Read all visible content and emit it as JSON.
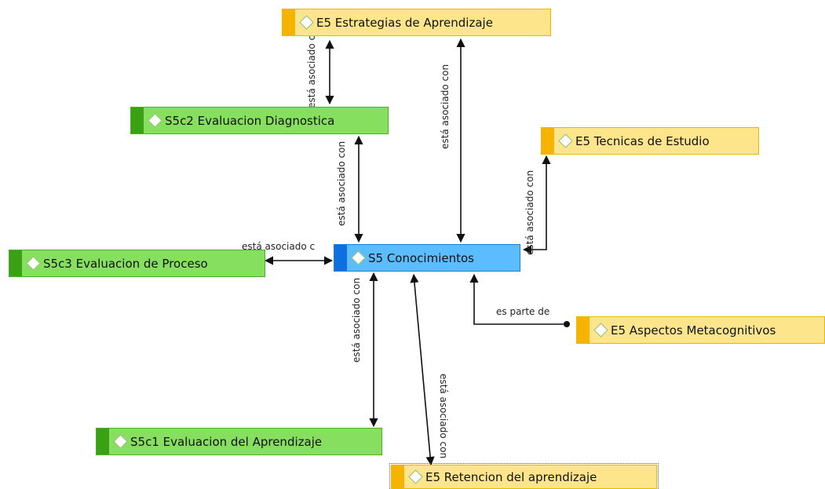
{
  "nodes": {
    "estrategias": "E5 Estrategias de Aprendizaje",
    "diagnostica": "S5c2 Evaluacion Diagnostica",
    "tecnicas": "E5 Tecnicas de Estudio",
    "proceso": "S5c3 Evaluacion de Proceso",
    "conocimientos": "S5 Conocimientos",
    "metacognitivos": "E5 Aspectos Metacognitivos",
    "aprendizaje": "S5c1 Evaluacion del Aprendizaje",
    "retencion": "E5 Retencion del aprendizaje"
  },
  "relations": {
    "asociado": "está asociado con",
    "asociado_cut1": "está asociado co",
    "asociado_cut2": "está asociado c",
    "parte": "es parte de"
  },
  "colors": {
    "yellow_fill": "#fde58c",
    "green_fill": "#86df5f",
    "blue_fill": "#5bbcff"
  }
}
